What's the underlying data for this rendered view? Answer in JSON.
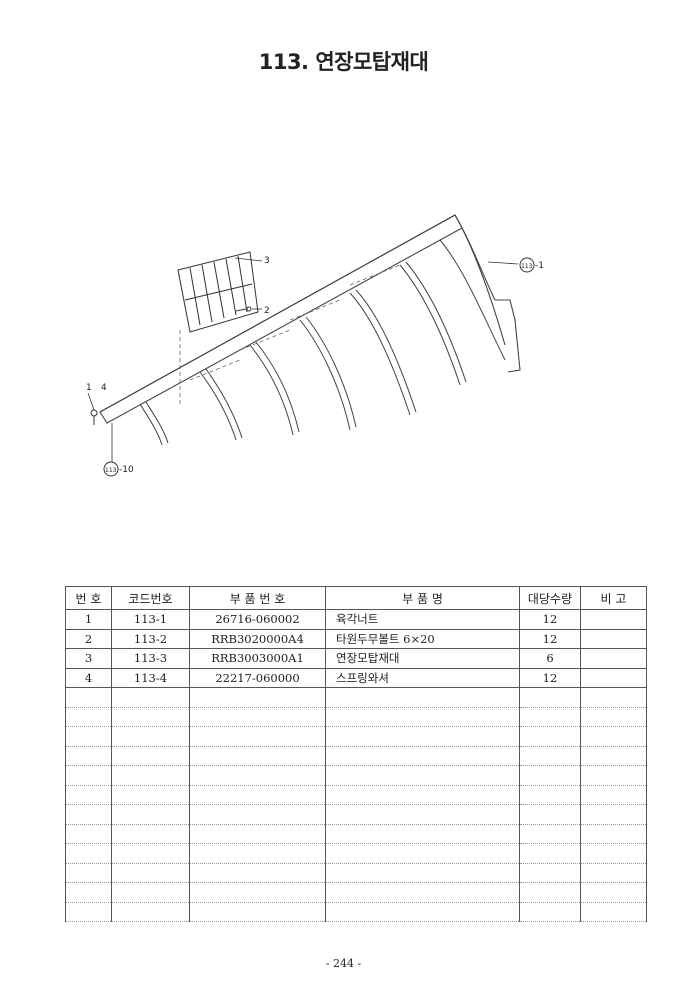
{
  "title": "113. 연장모탑재대",
  "diagram": {
    "callouts": {
      "c1": "3",
      "c2": "2",
      "c3_num": "113",
      "c3_suffix": "-1",
      "c4a": "1",
      "c4b": "4",
      "c5_num": "113",
      "c5_suffix": "-10"
    }
  },
  "table": {
    "headers": [
      "번  호",
      "코드번호",
      "부 품 번 호",
      "부       품       명",
      "대당수량",
      "비  고"
    ],
    "rows": [
      [
        "1",
        "113-1",
        "26716-060002",
        "육각너트",
        "12",
        ""
      ],
      [
        "2",
        "113-2",
        "RRB3020000A4",
        "타원두무볼트 6×20",
        "12",
        ""
      ],
      [
        "3",
        "113-3",
        "RRB3003000A1",
        "연장모탑재대",
        "6",
        ""
      ],
      [
        "4",
        "113-4",
        "22217-060000",
        "스프링와셔",
        "12",
        ""
      ]
    ]
  },
  "page_number": "- 244 -"
}
